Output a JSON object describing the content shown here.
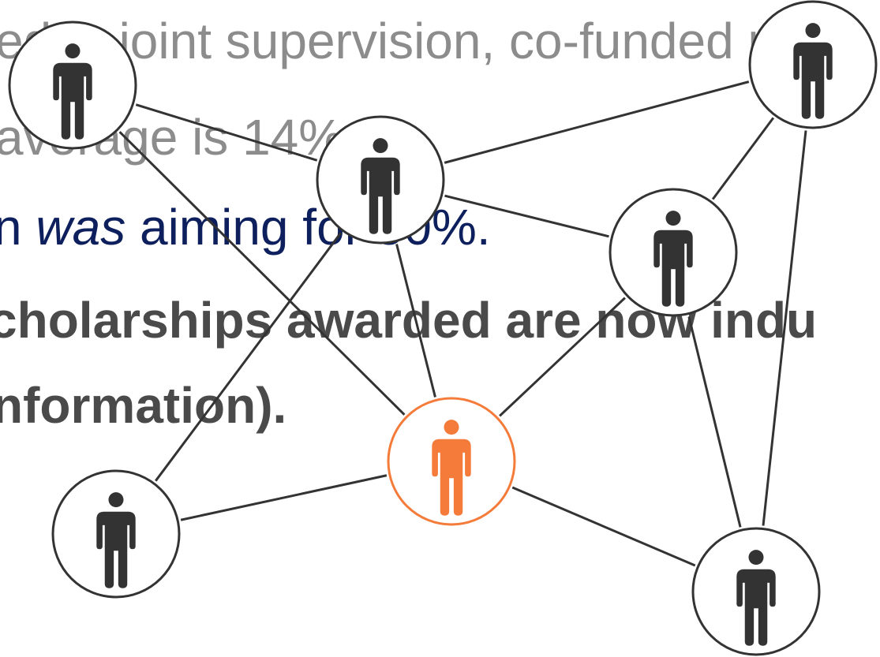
{
  "slide": {
    "line1": "ed in joint supervision, co-funded pr",
    "line2": "average is 14%.",
    "line3_prefix": "n ",
    "line3_emphasis": "was",
    "line3_suffix": " aiming for 50%.",
    "line4": "cholarships awarded are now indu",
    "line5": "nformation)."
  },
  "network": {
    "node_color": "#333333",
    "highlight_color": "#f47b3a",
    "nodes": [
      {
        "id": "top-left",
        "icon": "person-icon",
        "highlight": false
      },
      {
        "id": "center-top",
        "icon": "person-icon",
        "highlight": false
      },
      {
        "id": "top-right",
        "icon": "person-icon",
        "highlight": false
      },
      {
        "id": "middle-right",
        "icon": "person-icon",
        "highlight": false
      },
      {
        "id": "center",
        "icon": "person-icon",
        "highlight": true
      },
      {
        "id": "bottom-left",
        "icon": "person-icon",
        "highlight": false
      },
      {
        "id": "bottom-right",
        "icon": "person-icon",
        "highlight": false
      }
    ],
    "connections": [
      [
        "top-left",
        "center-top"
      ],
      [
        "top-left",
        "center"
      ],
      [
        "center-top",
        "top-right"
      ],
      [
        "center-top",
        "middle-right"
      ],
      [
        "center-top",
        "center"
      ],
      [
        "center-top",
        "bottom-left"
      ],
      [
        "top-right",
        "middle-right"
      ],
      [
        "top-right",
        "bottom-right"
      ],
      [
        "middle-right",
        "center"
      ],
      [
        "middle-right",
        "bottom-right"
      ],
      [
        "center",
        "bottom-left"
      ],
      [
        "center",
        "bottom-right"
      ]
    ]
  }
}
